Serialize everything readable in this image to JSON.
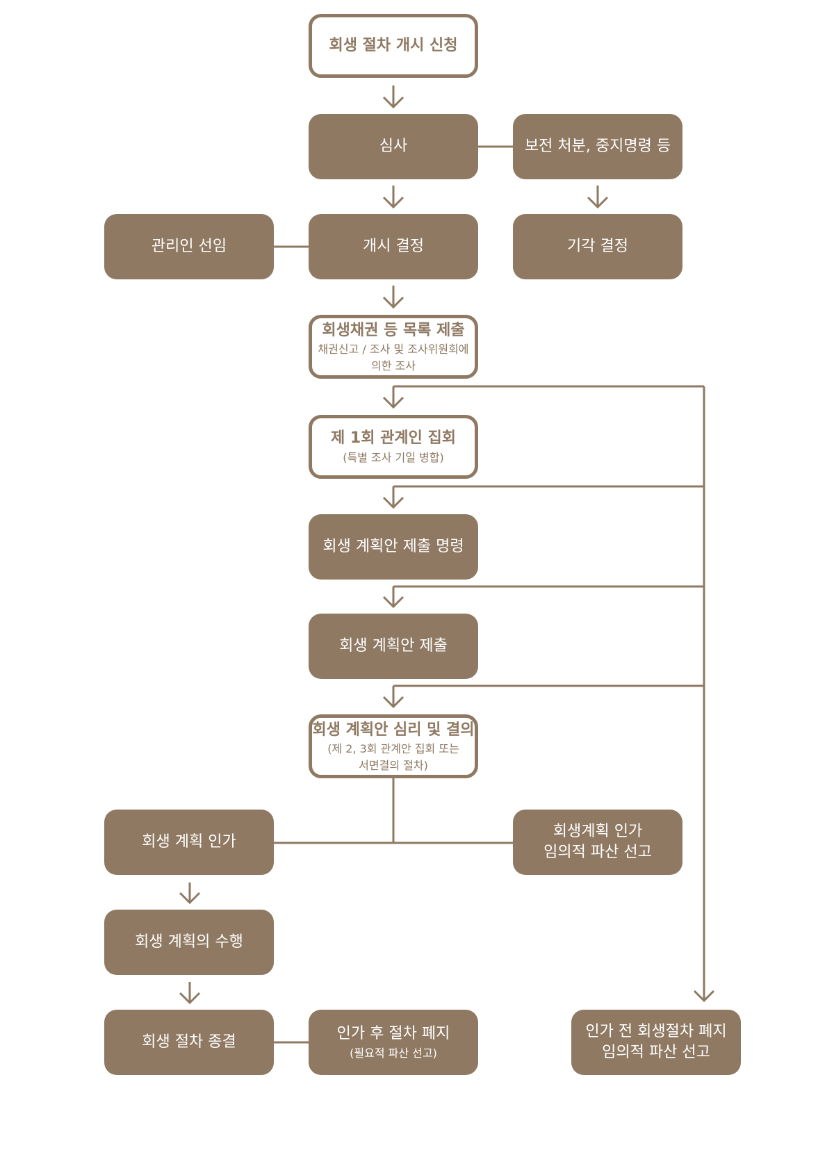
{
  "colors": {
    "box_fill": "#8f7962",
    "line": "#8f7962",
    "text_light": "#ffffff"
  },
  "nodes": {
    "apply": {
      "lines": [
        "회생 절차 개시 신청"
      ]
    },
    "review": {
      "lines": [
        "심사"
      ]
    },
    "preserve": {
      "lines": [
        "보전 처분, 중지명령 등"
      ]
    },
    "trustee": {
      "lines": [
        "관리인 선임"
      ]
    },
    "commence": {
      "lines": [
        "개시 결정"
      ]
    },
    "dismiss": {
      "lines": [
        "기각 결정"
      ]
    },
    "claims": {
      "main": "회생채권 등 목록 제출",
      "sub": [
        "채권신고 / 조사 및 조사위원회에",
        "의한 조사"
      ]
    },
    "meeting1": {
      "main": "제 1회 관계인 집회",
      "sub": [
        "(특별 조사 기일 병합)"
      ]
    },
    "plan_order": {
      "lines": [
        "회생 계획안 제출 명령"
      ]
    },
    "plan_submit": {
      "lines": [
        "회생 계획안 제출"
      ]
    },
    "plan_vote": {
      "main": "회생 계획안 심리 및 결의",
      "sub": [
        "(제 2, 3회 관계안 집회 또는",
        "서면결의 절차)"
      ]
    },
    "approve": {
      "lines": [
        "회생 계획 인가"
      ]
    },
    "approve_fail": {
      "lines": [
        "회생계획 인가",
        "임의적 파산 선고"
      ]
    },
    "execute": {
      "lines": [
        "회생 계획의 수행"
      ]
    },
    "terminate": {
      "lines": [
        "회생 절차 종결"
      ]
    },
    "post_abolish": {
      "main": "인가 후 절차 폐지",
      "sub": [
        "(필요적 파산 선고)"
      ]
    },
    "pre_abolish": {
      "lines": [
        "인가 전 회생절차 폐지",
        "임의적 파산 선고"
      ]
    }
  }
}
